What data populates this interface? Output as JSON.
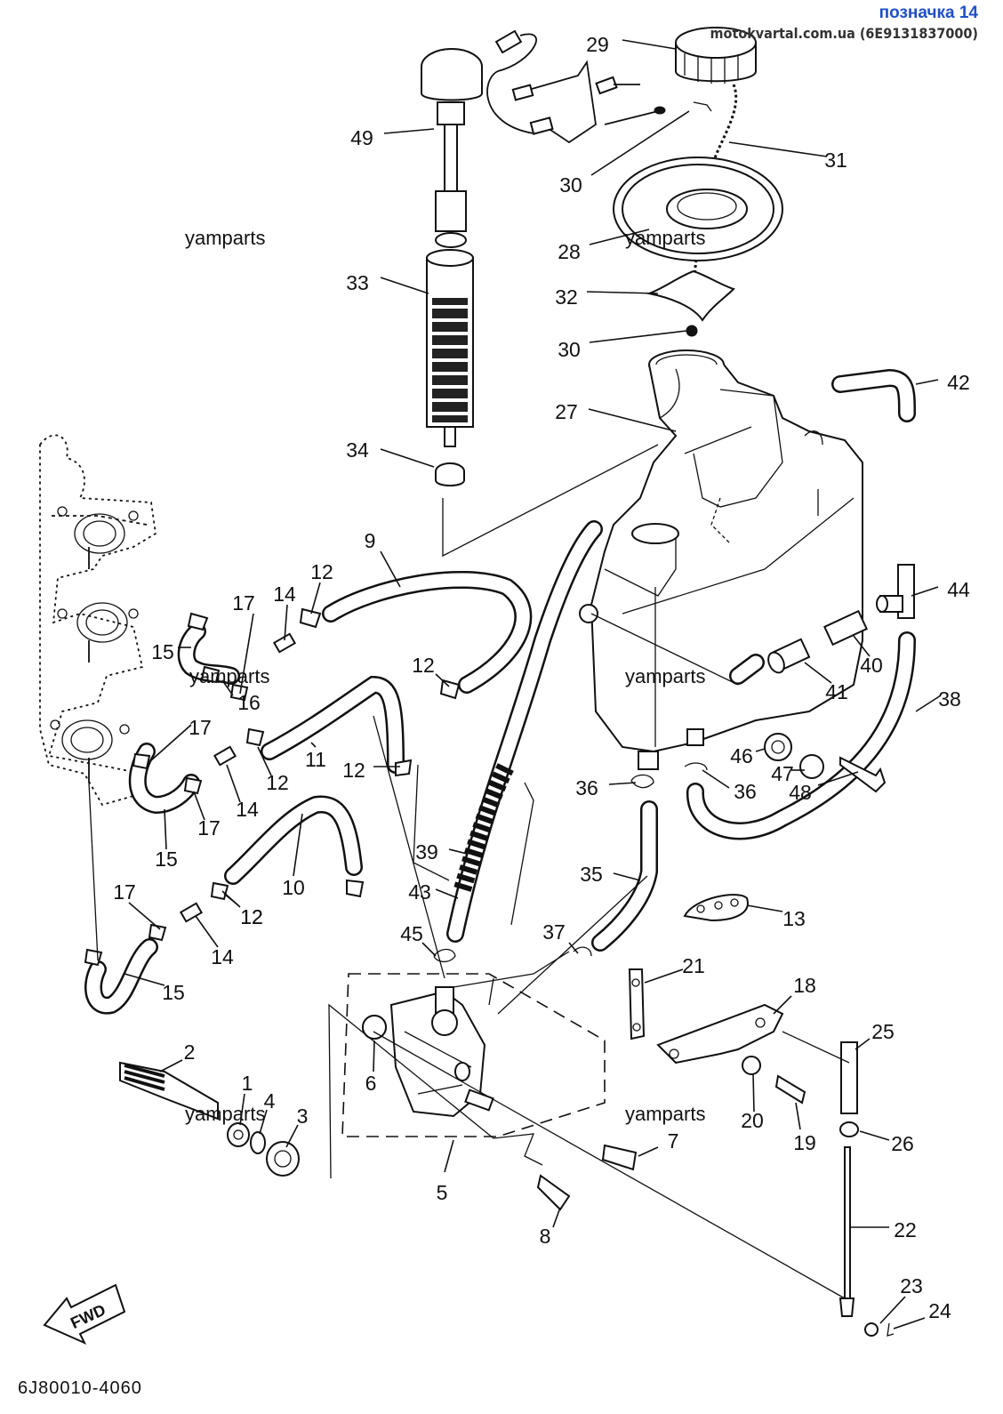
{
  "header": {
    "title": "позначка 14",
    "subtitle": "motokvartal.com.ua (6E9131837000)"
  },
  "watermarks": [
    "yamparts",
    "yamparts",
    "yamparts",
    "yamparts",
    "yamparts",
    "yamparts"
  ],
  "figure_code": "6J80010-4060",
  "fwd_label": "FWD",
  "callouts": [
    "29",
    "49",
    "30",
    "31",
    "28",
    "33",
    "32",
    "30",
    "42",
    "27",
    "34",
    "9",
    "12",
    "17",
    "14",
    "15",
    "16",
    "12",
    "17",
    "11",
    "12",
    "14",
    "17",
    "12",
    "15",
    "44",
    "40",
    "41",
    "38",
    "46",
    "47",
    "48",
    "36",
    "36",
    "39",
    "10",
    "12",
    "43",
    "35",
    "13",
    "17",
    "14",
    "12",
    "15",
    "45",
    "37",
    "21",
    "18",
    "25",
    "2",
    "1",
    "4",
    "3",
    "6",
    "20",
    "19",
    "26",
    "7",
    "5",
    "22",
    "8",
    "23",
    "24"
  ],
  "colors": {
    "header_title": "#1f4fc8",
    "header_subtitle": "#333333",
    "line_art": "#111111",
    "background": "#ffffff"
  }
}
